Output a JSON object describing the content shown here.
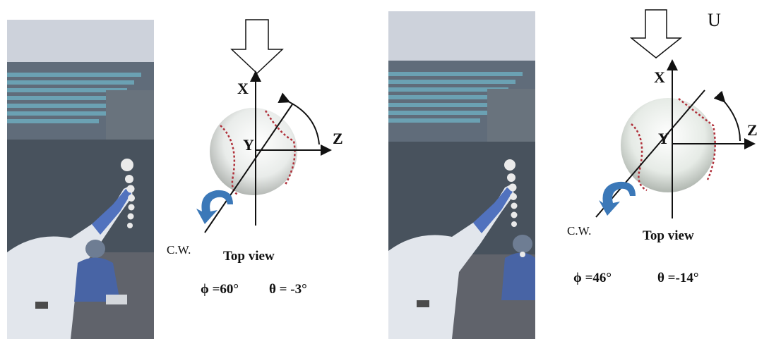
{
  "left_panel": {
    "axis_x": "X",
    "axis_y": "Y",
    "axis_z": "Z",
    "rotation_label": "C.W.",
    "view_label": "Top view",
    "phi": "ϕ =60°",
    "theta": "θ = -3°"
  },
  "right_panel": {
    "flow_label": "U",
    "axis_x": "X",
    "axis_y": "Y",
    "axis_z": "Z",
    "rotation_label": "C.W.",
    "view_label": "Top view",
    "phi": "ϕ =46°",
    "theta": "θ =-14°"
  },
  "colors": {
    "sky": "#c9cfd9",
    "stadium": "#3b4a5a",
    "seats": "#4f8fa6",
    "field": "#2f3d49",
    "jersey": "#3a5fb5",
    "rotation_arrow": "#3b78b8",
    "seam": "#b0303a"
  }
}
